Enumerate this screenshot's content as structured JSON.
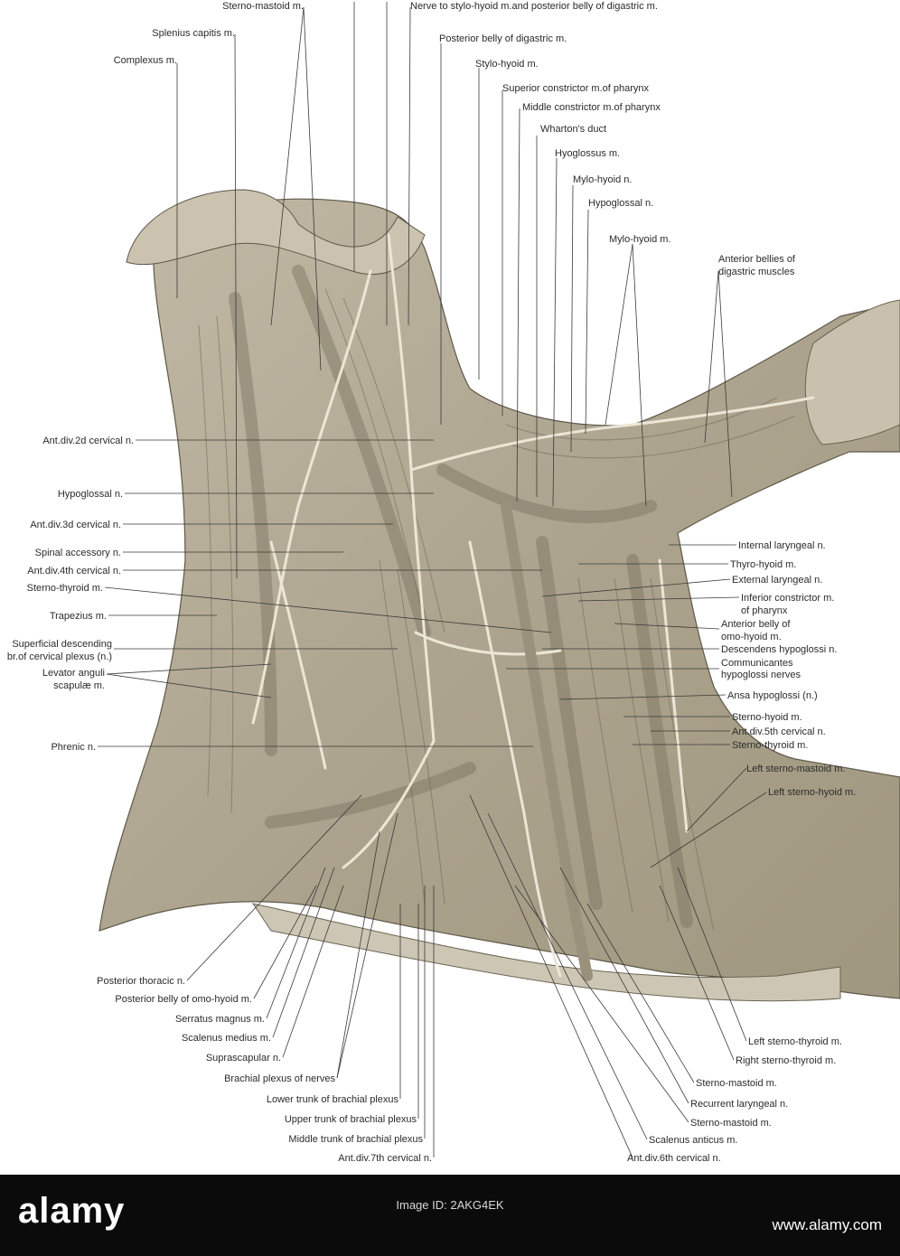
{
  "labels": {
    "sterno_mastoid_top": "Sterno-mastoid m.",
    "nerve_stylohyoid": "Nerve to stylo-hyoid m.and posterior belly of digastric m.",
    "splenius": "Splenius capitis m.",
    "posterior_belly_digastric": "Posterior belly of digastric m.",
    "complexus": "Complexus m.",
    "stylo_hyoid": "Stylo-hyoid m.",
    "superior_constrictor": "Superior constrictor m.of pharynx",
    "middle_constrictor": "Middle constrictor m.of pharynx",
    "whartons_duct": "Wharton's duct",
    "hyoglossus": "Hyoglossus m.",
    "mylo_hyoid_n": "Mylo-hyoid n.",
    "hypoglossal_n_top": "Hypoglossal n.",
    "mylo_hyoid_m": "Mylo-hyoid m.",
    "anterior_bellies": [
      "Anterior bellies of",
      "digastric muscles"
    ],
    "ant_div_2d": "Ant.div.2d cervical n.",
    "hypoglossal_n_left": "Hypoglossal n.",
    "ant_div_3d": "Ant.div.3d cervical n.",
    "spinal_accessory": "Spinal accessory n.",
    "ant_div_4th": "Ant.div.4th cervical n.",
    "sterno_thyroid_left": "Sterno-thyroid m.",
    "trapezius": "Trapezius m.",
    "superficial_descending": [
      "Superficial descending",
      "br.of cervical plexus (n.)"
    ],
    "levator": [
      "Levator anguli",
      "scapulæ m."
    ],
    "phrenic": "Phrenic n.",
    "internal_laryngeal": "Internal laryngeal n.",
    "thyro_hyoid": "Thyro-hyoid m.",
    "external_laryngeal": "External laryngeal n.",
    "inferior_constrictor": [
      "Inferior constrictor m.",
      "of pharynx"
    ],
    "anterior_belly_omohyoid": [
      "Anterior belly of",
      "omo-hyoid m."
    ],
    "descendens": "Descendens hypoglossi n.",
    "communicantes": [
      "Communicantes",
      "hypoglossi nerves"
    ],
    "ansa": "Ansa hypoglossi (n.)",
    "sterno_hyoid_right": "Sterno-hyoid m.",
    "ant_div_5th": "Ant.div.5th cervical n.",
    "sterno_thyroid_right": "Sterno-thyroid m.",
    "left_sterno_mastoid": "Left sterno-mastoid m.",
    "left_sterno_hyoid": "Left sterno-hyoid m.",
    "posterior_thoracic": "Posterior thoracic n.",
    "posterior_belly_omohyoid": "Posterior belly of omo-hyoid m.",
    "serratus": "Serratus magnus m.",
    "scalenus_medius": "Scalenus medius m.",
    "suprascapular": "Suprascapular n.",
    "brachial_plexus": "Brachial plexus of nerves",
    "lower_trunk": "Lower trunk of brachial plexus",
    "upper_trunk": "Upper trunk of brachial plexus",
    "middle_trunk": "Middle trunk of brachial plexus",
    "ant_div_7th": "Ant.div.7th cervical n.",
    "left_sterno_thyroid": "Left sterno-thyroid m.",
    "right_sterno_thyroid": "Right sterno-thyroid m.",
    "sterno_mastoid_b1": "Sterno-mastoid m.",
    "recurrent_laryngeal": "Recurrent laryngeal n.",
    "sterno_mastoid_b2": "Sterno-mastoid m.",
    "scalenus_anticus": "Scalenus anticus m.",
    "ant_div_6th": "Ant.div.6th cervical n."
  },
  "watermark": {
    "brand": "alamy",
    "image_id": "Image ID: 2AKG4EK",
    "site": "www.alamy.com"
  },
  "colors": {
    "ink": "#2b2b2b",
    "tissue": "#b4ac98",
    "tissue_dark": "#8e8672",
    "footer": "#0b0b0b"
  }
}
